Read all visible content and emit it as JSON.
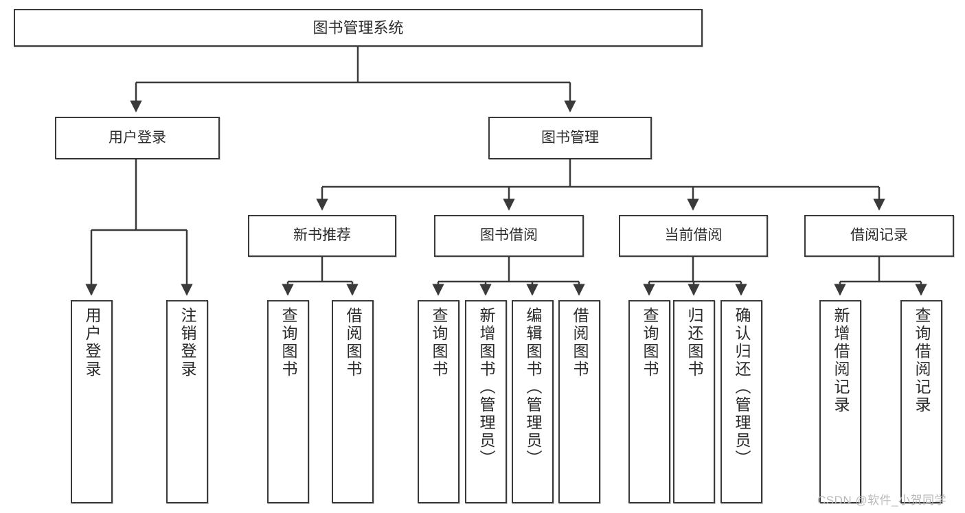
{
  "diagram": {
    "type": "tree-hierarchy",
    "title": "图书管理系统",
    "watermark": "CSDN @软件_小贺同学",
    "root": {
      "label": "图书管理系统",
      "orientation": "horizontal"
    },
    "level2": [
      {
        "label": "用户登录",
        "orientation": "horizontal"
      },
      {
        "label": "图书管理",
        "orientation": "horizontal"
      }
    ],
    "level3": [
      {
        "label": "新书推荐",
        "orientation": "horizontal",
        "parent": "图书管理"
      },
      {
        "label": "图书借阅",
        "orientation": "horizontal",
        "parent": "图书管理"
      },
      {
        "label": "当前借阅",
        "orientation": "horizontal",
        "parent": "图书管理"
      },
      {
        "label": "借阅记录",
        "orientation": "horizontal",
        "parent": "图书管理"
      }
    ],
    "leaves": {
      "user_login": [
        {
          "label": "用户登录",
          "orientation": "vertical"
        },
        {
          "label": "注销登录",
          "orientation": "vertical"
        }
      ],
      "new_book_recommend": [
        {
          "label": "查询图书",
          "orientation": "vertical"
        },
        {
          "label": "借阅图书",
          "orientation": "vertical"
        }
      ],
      "book_borrow": [
        {
          "label": "查询图书",
          "orientation": "vertical"
        },
        {
          "label": "新增图书（管理员）",
          "orientation": "vertical"
        },
        {
          "label": "编辑图书（管理员）",
          "orientation": "vertical"
        },
        {
          "label": "借阅图书",
          "orientation": "vertical"
        }
      ],
      "current_borrow": [
        {
          "label": "查询图书",
          "orientation": "vertical"
        },
        {
          "label": "归还图书",
          "orientation": "vertical"
        },
        {
          "label": "确认归还（管理员）",
          "orientation": "vertical"
        }
      ],
      "borrow_record": [
        {
          "label": "新增借阅记录",
          "orientation": "vertical"
        },
        {
          "label": "查询借阅记录",
          "orientation": "vertical"
        }
      ]
    },
    "colors": {
      "stroke": "#3a3a3a",
      "fill": "#ffffff",
      "text": "#2b2b2b",
      "watermark": "#b9b9b9"
    }
  }
}
